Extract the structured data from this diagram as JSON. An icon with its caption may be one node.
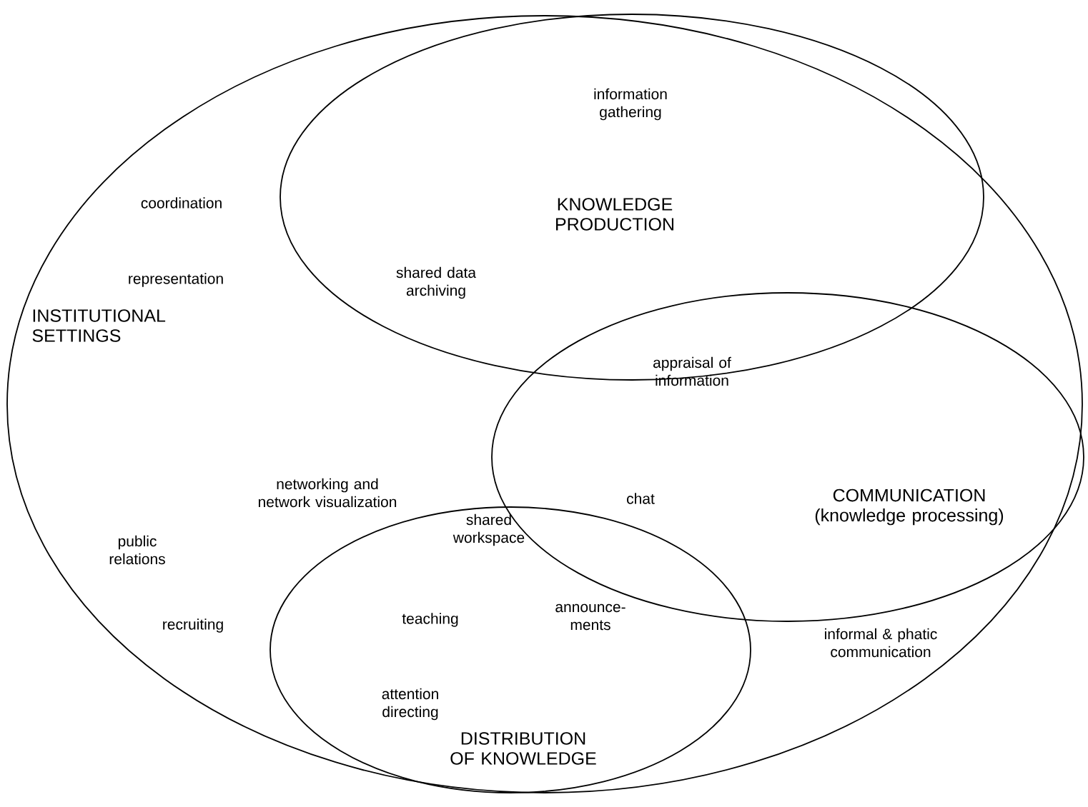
{
  "diagram": {
    "nodes": [
      {
        "text": [
          "INSTITUTIONAL SETTINGS"
        ]
      },
      {
        "text": [
          "KNOWLEDGE PRODUCTION"
        ],
        "in": 0
      },
      {
        "text": [
          "COMMUNICATION (knowledge processing)"
        ],
        "in": 0
      },
      {
        "text": [
          "DISTRIBUTION OF KNOWLEDGE"
        ],
        "in": 0
      }
    ],
    "edges": [],
    "labels": [
      "information gathering",
      "coordination",
      "representation",
      "shared data archiving",
      "appraisal of information",
      "networking and network visualization",
      "shared workspace",
      "chat",
      "public relations",
      "recruiting",
      "teaching",
      "announce- ments",
      "informal & phatic communication",
      "attention directing"
    ]
  }
}
